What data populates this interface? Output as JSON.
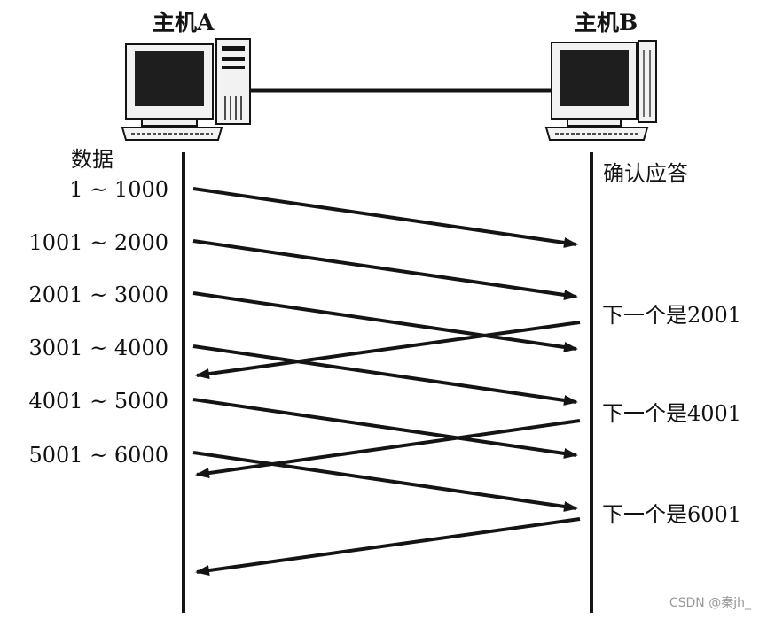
{
  "host_a": {
    "title": "主机A",
    "icon": "desktop-computer-icon"
  },
  "host_b": {
    "title": "主机B",
    "icon": "desktop-computer-icon"
  },
  "sender_heading": "数据",
  "receiver_heading": "确认应答",
  "segments": [
    "1 ~ 1000",
    "1001 ~ 2000",
    "2001 ~ 3000",
    "3001 ~ 4000",
    "4001 ~ 5000",
    "5001 ~ 6000"
  ],
  "acks": [
    "下一个是2001",
    "下一个是4001",
    "下一个是6001"
  ],
  "watermark": "CSDN @秦jh_",
  "colors": {
    "line": "#141414",
    "screen": "#1e1e1e",
    "casing": "#f2f2f2"
  }
}
